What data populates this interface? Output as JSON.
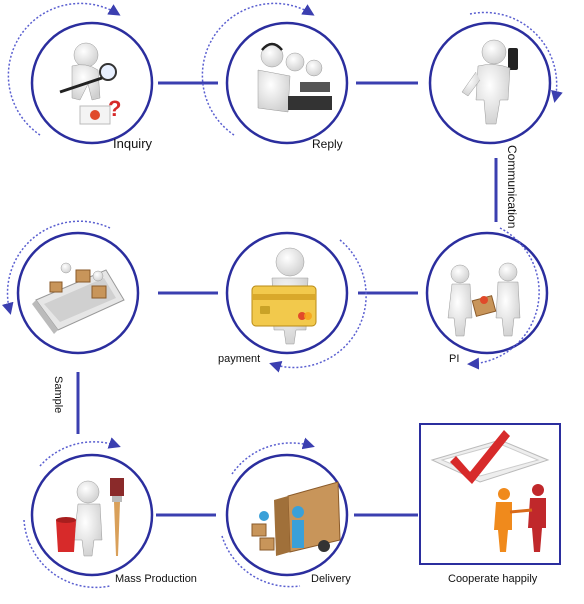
{
  "steps": {
    "inquiry": "Inquiry",
    "reply": "Reply",
    "communication": "Communication",
    "pi": "PI",
    "payment": "payment",
    "sample": "Sample",
    "mass_production": "Mass Production",
    "delivery": "Delivery",
    "cooperate": "Cooperate happily"
  },
  "colors": {
    "ring": "#2b2e9e",
    "connector": "#3b3fb0",
    "arc": "#5a5fd0",
    "card": "#f2c94c",
    "check": "#d72a2a",
    "figure_orange": "#f08a1c",
    "figure_red": "#c0282b"
  },
  "icons": {
    "inquiry": "magnifier-question-figure",
    "reply": "call-center-figures",
    "communication": "phone-call-figure",
    "sample": "laptop-boxes",
    "payment": "credit-card-figure",
    "pi": "handshake-document",
    "mass_production": "paint-brush-figure",
    "delivery": "delivery-truck",
    "cooperate": "checkmark-handshake"
  }
}
